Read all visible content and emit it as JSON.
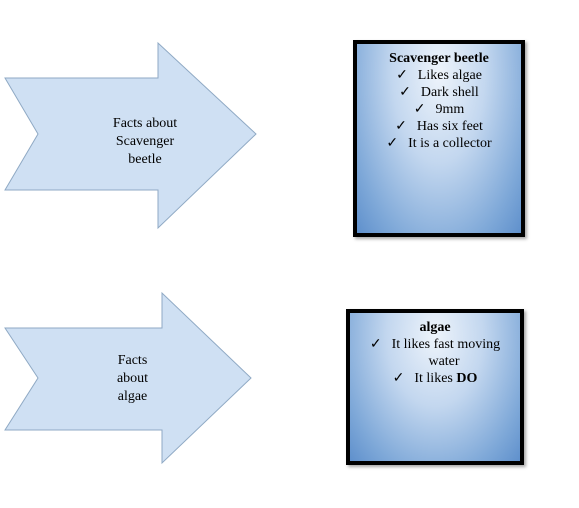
{
  "check_glyph": "✓",
  "colors": {
    "arrow_fill": "#cfe0f3",
    "arrow_stroke": "#8fa9c4",
    "box_border": "#000000",
    "box_gradient_light": "#eef4fb",
    "box_gradient_dark": "#5f90cc"
  },
  "arrows": [
    {
      "lines": [
        "Facts about",
        "Scavenger",
        "beetle"
      ]
    },
    {
      "lines": [
        "Facts",
        "about",
        "algae"
      ]
    }
  ],
  "boxes": [
    {
      "title": "Scavenger beetle",
      "items": [
        "Likes algae",
        "Dark shell",
        "9mm",
        "Has six feet",
        "It is a collector"
      ]
    },
    {
      "title": "algae",
      "items": [
        "It likes fast moving",
        "water",
        "It likes",
        "DO"
      ]
    }
  ]
}
